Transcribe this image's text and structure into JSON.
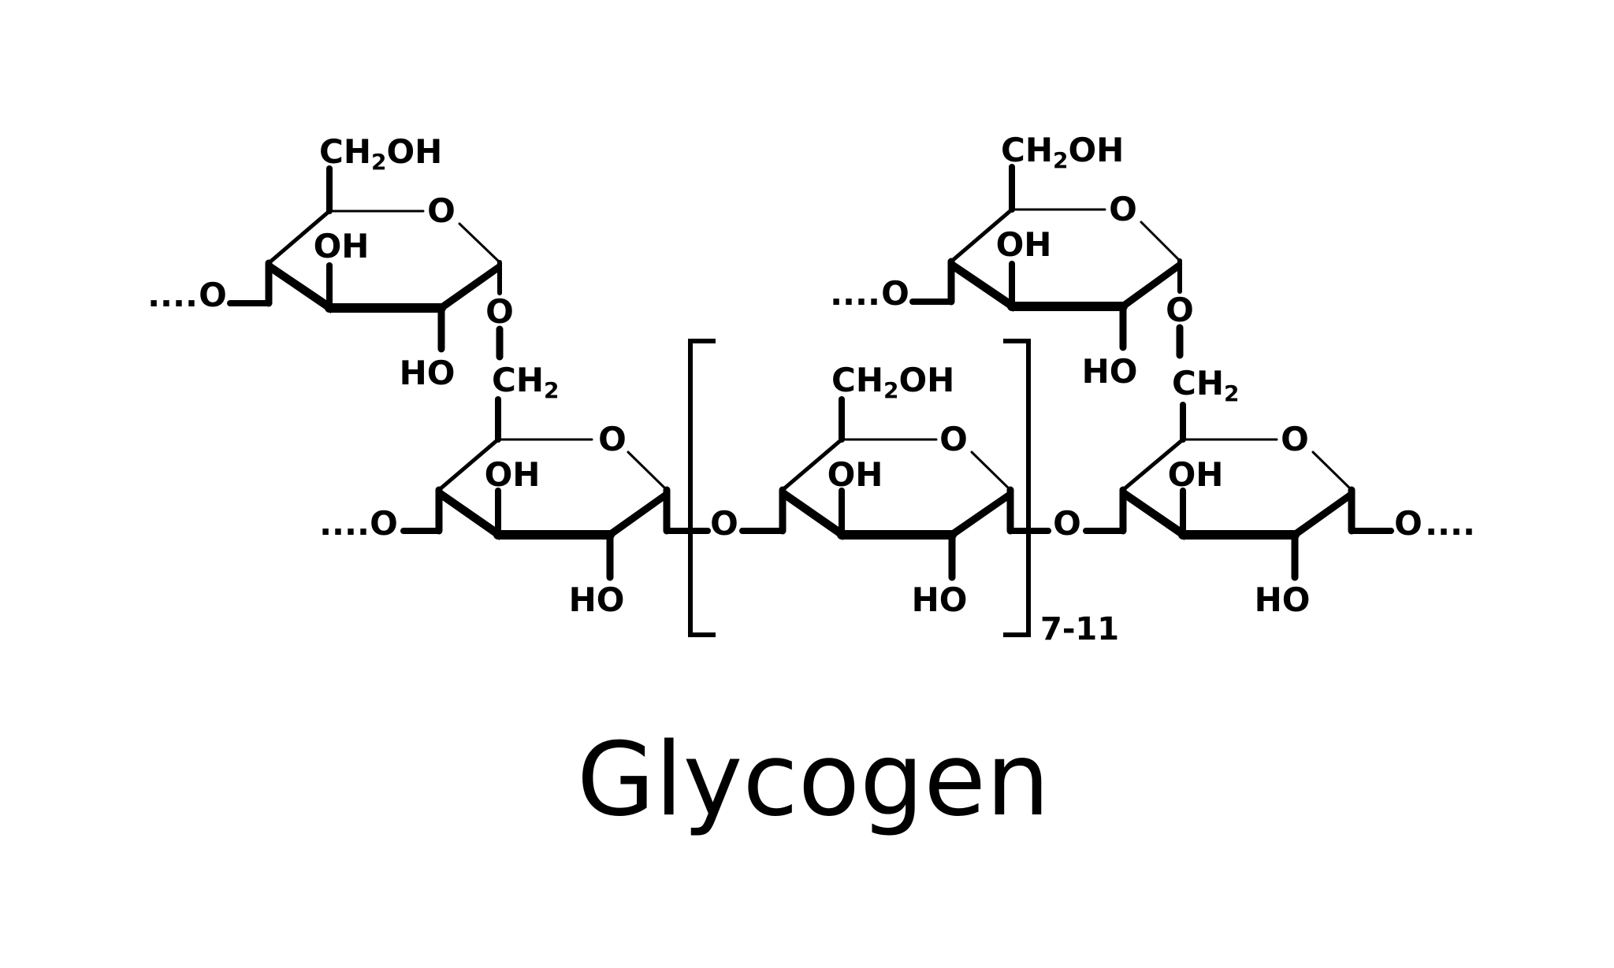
{
  "title": "Glycogen",
  "labels": {
    "ch2oh": {
      "main": "CH",
      "sub": "2",
      "tail": "OH"
    },
    "ch2": {
      "main": "CH",
      "sub": "2"
    },
    "oh": "OH",
    "ho": "HO",
    "o": "O",
    "dots": "....",
    "repeat": "7-11"
  },
  "colors": {
    "ink": "#000000",
    "background": "#ffffff"
  }
}
